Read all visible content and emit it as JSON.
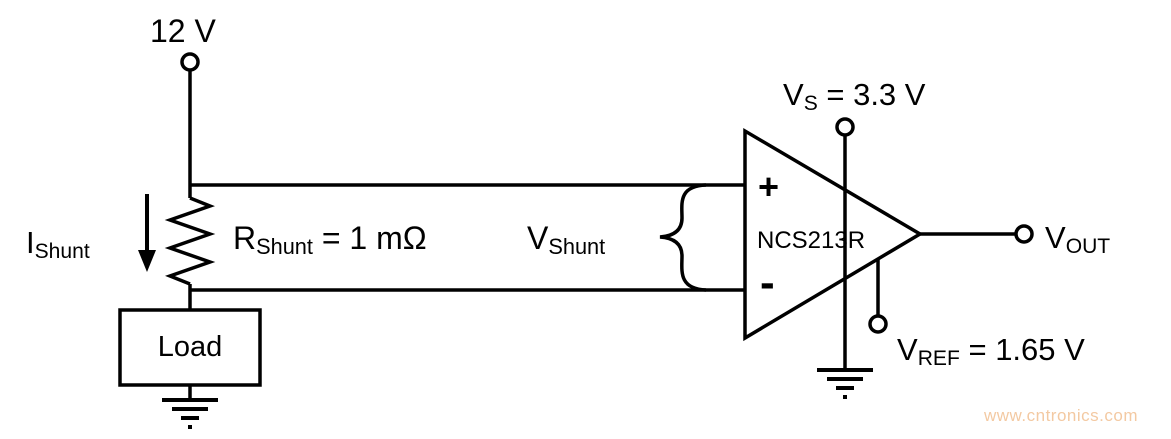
{
  "diagram": {
    "supply": {
      "label": "12 V"
    },
    "i_shunt": {
      "symbol": "I",
      "subscript": "Shunt"
    },
    "r_shunt": {
      "symbol": "R",
      "subscript": "Shunt",
      "value": " = 1 mΩ"
    },
    "v_shunt": {
      "symbol": "V",
      "subscript": "Shunt"
    },
    "opamp": {
      "part_number": "NCS213R",
      "plus_label": "+",
      "minus_label": "-"
    },
    "v_s": {
      "symbol": "V",
      "subscript": "S",
      "value": " = 3.3 V"
    },
    "v_ref": {
      "symbol": "V",
      "subscript": "REF",
      "value": " = 1.65 V"
    },
    "v_out": {
      "symbol": "V",
      "subscript": "OUT"
    },
    "load": {
      "label": "Load"
    },
    "watermark": "www.cntronics.com",
    "colors": {
      "line": "#000000",
      "watermark": "#f3c9a2",
      "background": "#ffffff"
    }
  }
}
